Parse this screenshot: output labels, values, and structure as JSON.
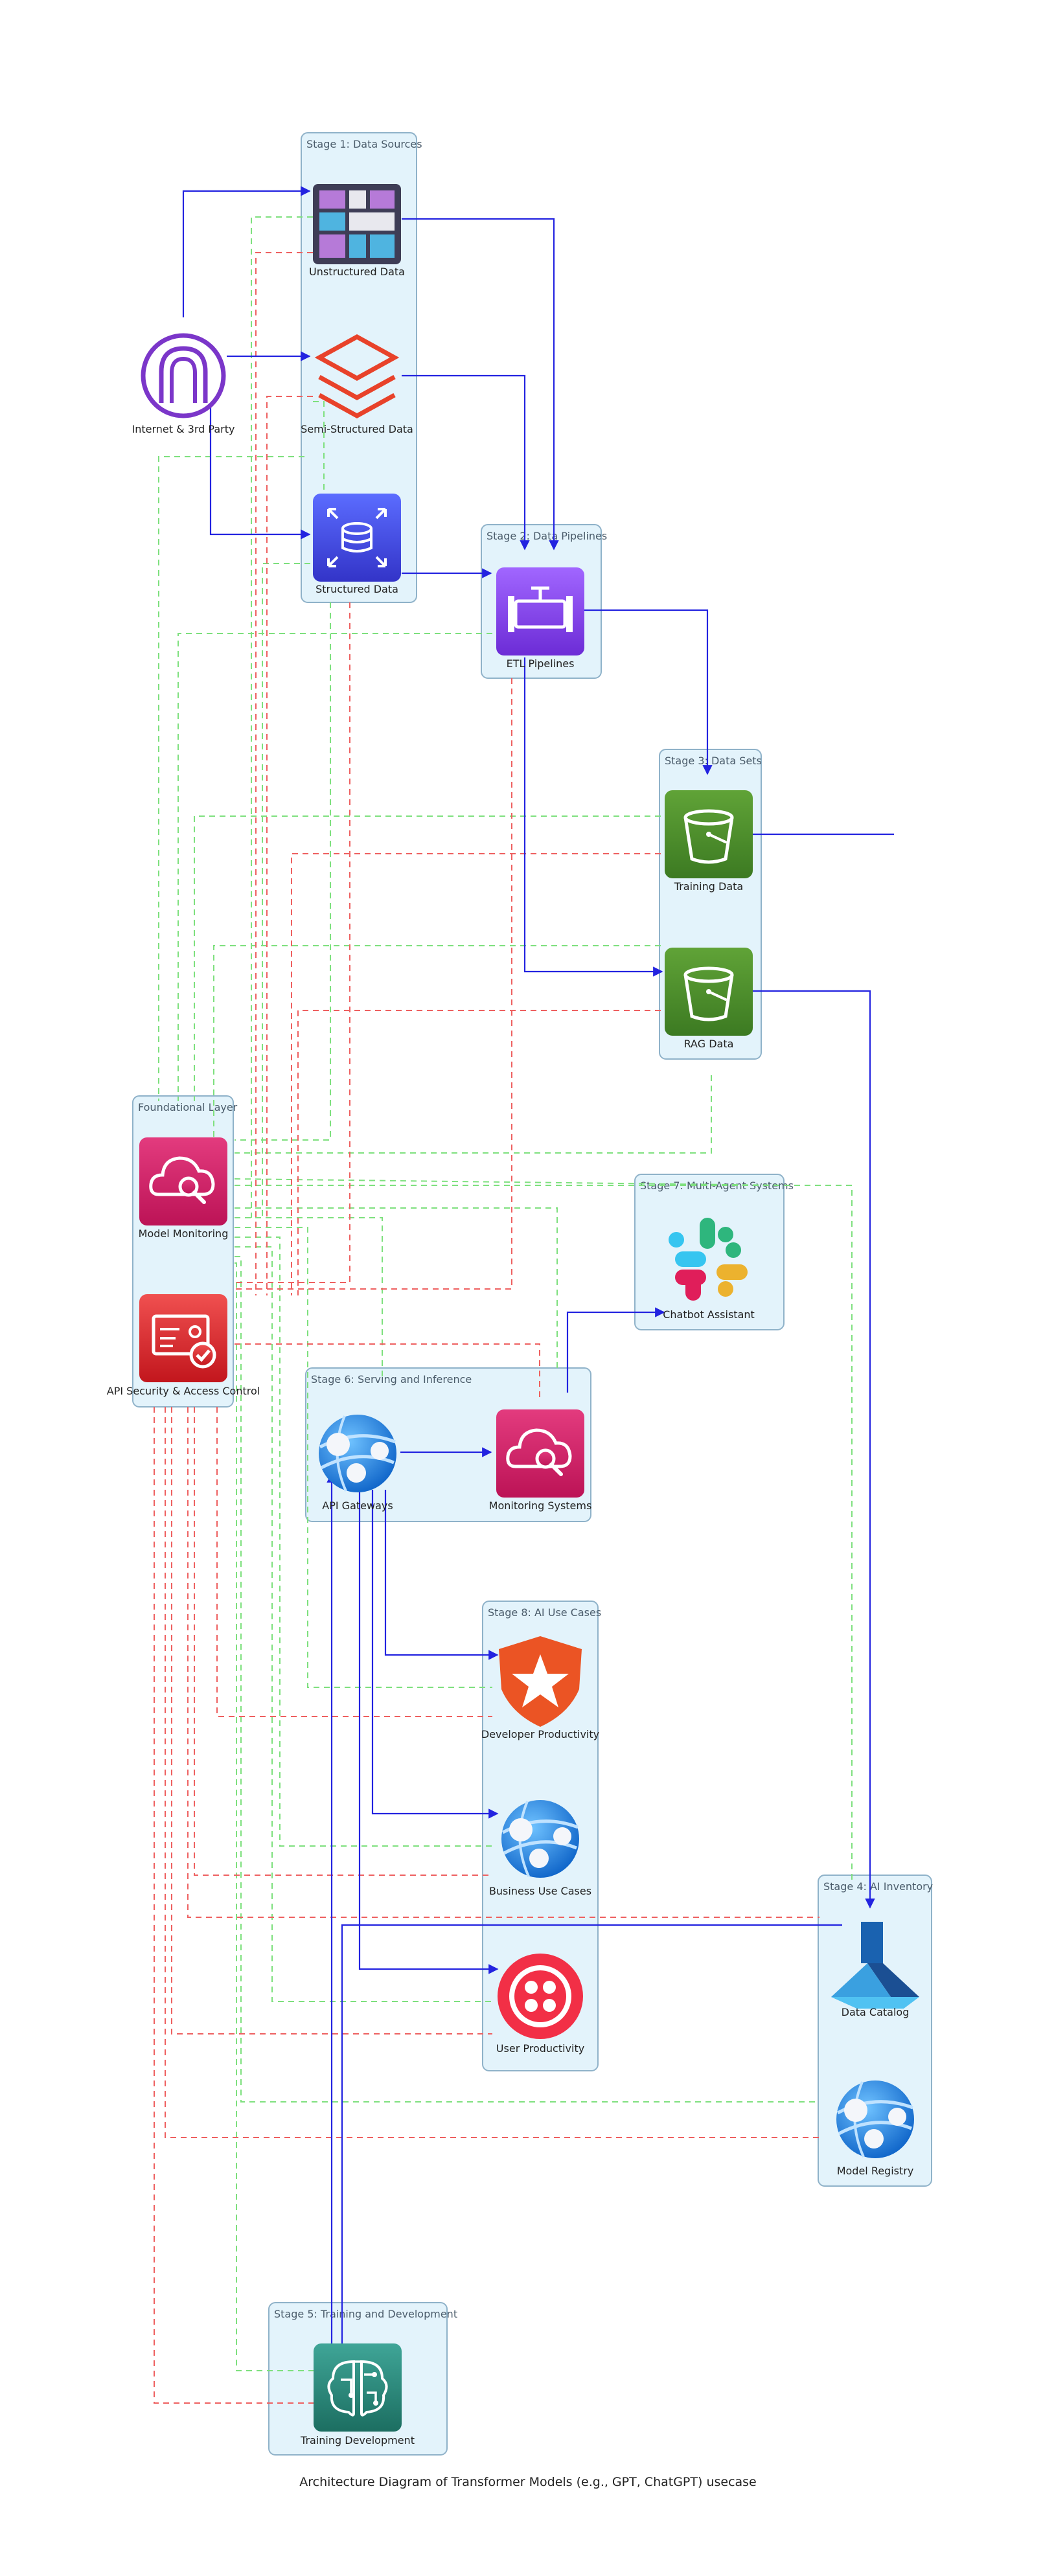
{
  "caption": "Architecture Diagram of Transformer Models (e.g., GPT, ChatGPT) usecase",
  "clusters": {
    "stage1": "Stage 1: Data Sources",
    "stage2": "Stage 2: Data Pipelines",
    "stage3": "Stage 3: Data Sets",
    "stage4": "Stage 4: AI Inventory",
    "stage5": "Stage 5: Training and Development",
    "stage6": "Stage 6: Serving and Inference",
    "stage7": "Stage 7: Multi-Agent Systems",
    "stage8": "Stage 8: AI Use Cases",
    "foundation": "Foundational Layer"
  },
  "nodes": {
    "internet": "Internet & 3rd Party",
    "unstructured": "Unstructured Data",
    "semi": "Semi-Structured Data",
    "structured": "Structured Data",
    "etl": "ETL Pipelines",
    "training_data": "Training Data",
    "rag": "RAG Data",
    "data_catalog": "Data Catalog",
    "model_registry": "Model Registry",
    "training_dev": "Training Development",
    "api_gw": "API Gateways",
    "monitoring_sys": "Monitoring Systems",
    "chatbot": "Chatbot Assistant",
    "dev_prod": "Developer Productivity",
    "business": "Business Use Cases",
    "user_prod": "User Productivity",
    "model_mon": "Model Monitoring",
    "api_sec": "API Security & Access Control"
  },
  "colors": {
    "flow_edge": "#2323e0",
    "governance_edge": "#7ee07e",
    "security_edge": "#ee6060",
    "cluster_fill": "#e3f3fb",
    "cluster_border": "#8fb2c9"
  },
  "icons": {
    "internet": "aws-internet-gateway-icon",
    "unstructured": "data-grid-icon",
    "semi": "databricks-stack-icon",
    "structured": "database-icon",
    "etl": "pipeline-icon",
    "training_data": "s3-bucket-icon",
    "rag": "s3-bucket-icon",
    "data_catalog": "azure-ml-icon",
    "model_registry": "azure-globe-icon",
    "training_dev": "sagemaker-brain-icon",
    "api_gw": "azure-globe-icon",
    "monitoring_sys": "cloud-search-icon",
    "chatbot": "slack-icon",
    "dev_prod": "auth0-star-icon",
    "business": "azure-globe-icon",
    "user_prod": "twilio-icon",
    "model_mon": "cloud-search-icon",
    "api_sec": "security-badge-icon"
  }
}
